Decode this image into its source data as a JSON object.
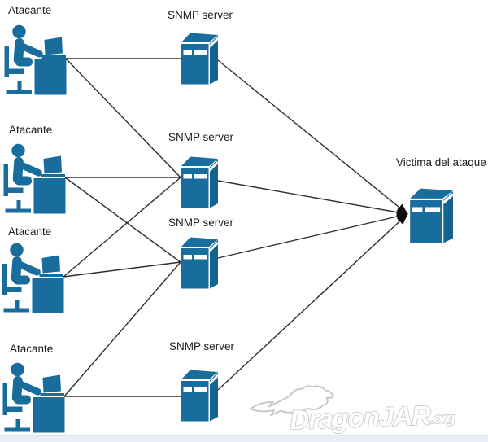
{
  "diagram": {
    "nodes": {
      "attackers": [
        {
          "id": "a1",
          "label": "Atacante"
        },
        {
          "id": "a2",
          "label": "Atacante"
        },
        {
          "id": "a3",
          "label": "Atacante"
        },
        {
          "id": "a4",
          "label": "Atacante"
        }
      ],
      "servers": [
        {
          "id": "s1",
          "label": "SNMP server"
        },
        {
          "id": "s2",
          "label": "SNMP server"
        },
        {
          "id": "s3",
          "label": "SNMP server"
        },
        {
          "id": "s4",
          "label": "SNMP server"
        }
      ],
      "victim": {
        "id": "v",
        "label": "Victima del ataque"
      }
    },
    "edges": [
      {
        "from": "a1",
        "to": "s1"
      },
      {
        "from": "a1",
        "to": "s2"
      },
      {
        "from": "a2",
        "to": "s2"
      },
      {
        "from": "a2",
        "to": "s3"
      },
      {
        "from": "a3",
        "to": "s2"
      },
      {
        "from": "a3",
        "to": "s3"
      },
      {
        "from": "a4",
        "to": "s3"
      },
      {
        "from": "a4",
        "to": "s4"
      },
      {
        "from": "s1",
        "to": "v",
        "arrow": true
      },
      {
        "from": "s2",
        "to": "v",
        "arrow": true
      },
      {
        "from": "s3",
        "to": "v",
        "arrow": true
      },
      {
        "from": "s4",
        "to": "v",
        "arrow": true
      }
    ]
  },
  "watermark": {
    "text": "DragonJAR",
    "suffix": ".org"
  },
  "colors": {
    "icon_blue": "#186d9d",
    "icon_blue_side": "#15648f",
    "line": "#2e2e2e",
    "arrow": "#0d0d0d",
    "footer_strip": "#e9edf6",
    "watermark_outline": "#c9c9c9",
    "background": "#ffffff",
    "label_text": "#1b1b1b"
  }
}
